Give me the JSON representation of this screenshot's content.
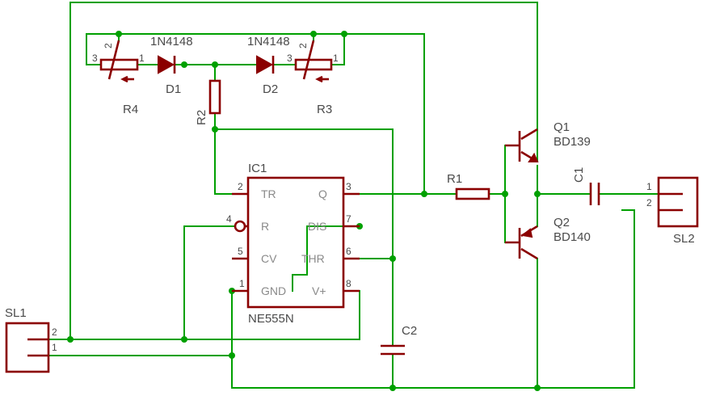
{
  "components": {
    "SL1": {
      "name": "SL1",
      "pins": [
        "2",
        "1"
      ]
    },
    "SL2": {
      "name": "SL2",
      "pins": [
        "1",
        "2"
      ]
    },
    "R4": {
      "name": "R4",
      "pins": [
        "3",
        "2",
        "1"
      ]
    },
    "R3": {
      "name": "R3",
      "pins": [
        "3",
        "2",
        "1"
      ]
    },
    "D1": {
      "name": "D1",
      "value": "1N4148"
    },
    "D2": {
      "name": "D2",
      "value": "1N4148"
    },
    "R2": {
      "name": "R2"
    },
    "R1": {
      "name": "R1"
    },
    "C1": {
      "name": "C1"
    },
    "C2": {
      "name": "C2"
    },
    "Q1": {
      "name": "Q1",
      "value": "BD139"
    },
    "Q2": {
      "name": "Q2",
      "value": "BD140"
    },
    "IC1": {
      "name": "IC1",
      "value": "NE555N",
      "pins": [
        {
          "num": "2",
          "name": "TR"
        },
        {
          "num": "4",
          "name": "R"
        },
        {
          "num": "5",
          "name": "CV"
        },
        {
          "num": "1",
          "name": "GND"
        },
        {
          "num": "3",
          "name": "Q"
        },
        {
          "num": "7",
          "name": "DIS"
        },
        {
          "num": "6",
          "name": "THR"
        },
        {
          "num": "8",
          "name": "V+"
        }
      ]
    }
  },
  "colors": {
    "wire": "#00a000",
    "part": "#8b0000",
    "label": "#4a4a4a",
    "pin_name": "#8a8a8a"
  }
}
